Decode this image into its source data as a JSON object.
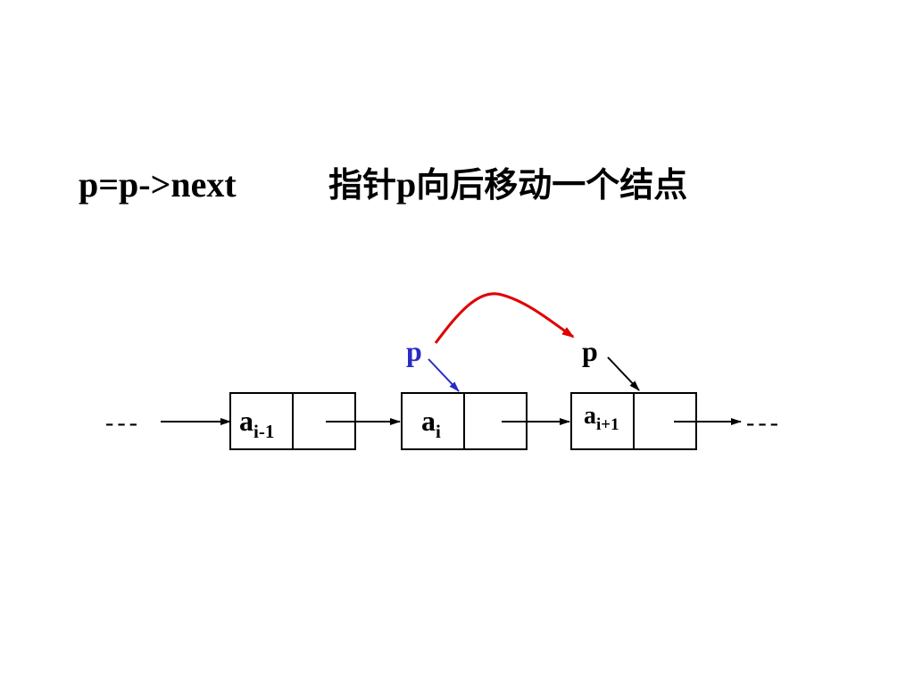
{
  "statement": {
    "code": "p=p->next",
    "description_prefix": "指针",
    "description_pointer": "p",
    "description_suffix": "向后移动一个结点"
  },
  "nodes": [
    {
      "base": "a",
      "subscript": "i-1"
    },
    {
      "base": "a",
      "subscript": "i"
    },
    {
      "base": "a",
      "subscript": "i+1"
    }
  ],
  "pointers": {
    "old_label": "p",
    "new_label": "p"
  },
  "ellipsis": {
    "left": "---",
    "right": "---"
  },
  "colors": {
    "move_arrow": "#e00000",
    "old_pointer": "#2a2ac8",
    "new_pointer": "#000000",
    "lines": "#000000"
  }
}
